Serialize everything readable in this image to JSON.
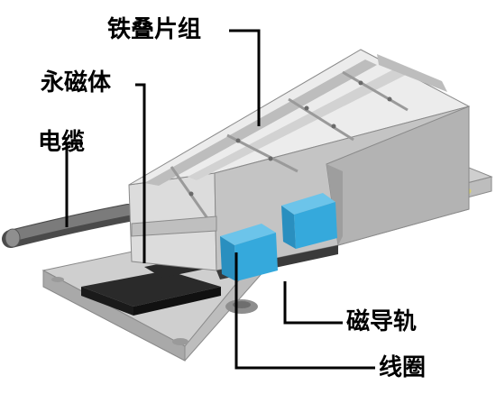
{
  "labels": {
    "laminated_core": "铁叠片组",
    "permanent_magnet": "永磁体",
    "cable": "电缆",
    "magnetic_guide": "磁导轨",
    "coil": "线圈"
  },
  "colors": {
    "coil": "#35a9dc",
    "magnet": "#2a2a2a",
    "base_plate": "#c9c9c9",
    "lamination": "#ececec",
    "leader_line": "#000000",
    "accent_arrow": "#d7d070"
  }
}
